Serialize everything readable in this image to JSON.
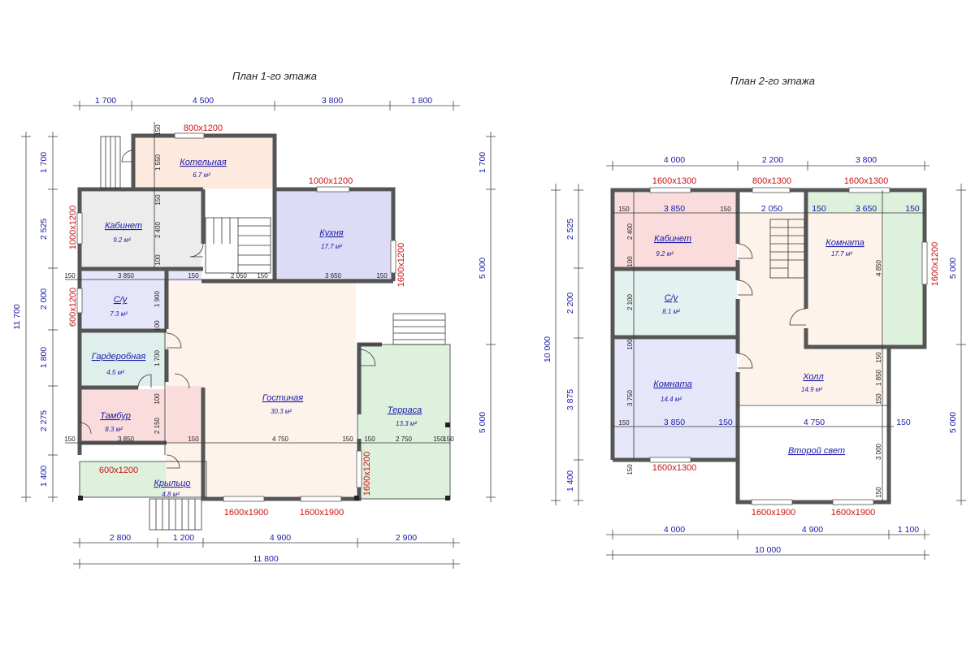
{
  "plan1": {
    "title": "План 1-го этажа",
    "top_dims": [
      "1 700",
      "4 500",
      "3 800",
      "1 800"
    ],
    "left_dims": [
      "1 700",
      "2 525",
      "2 000",
      "1 800",
      "2 275",
      "1 400"
    ],
    "left_total": "11 700",
    "right_dims": [
      "1 700",
      "5 000",
      "5 000"
    ],
    "bottom_dims": [
      "2 800",
      "1 200",
      "4 900",
      "2 900"
    ],
    "bottom_total": "11 800",
    "windows": [
      "800x1200",
      "1000x1200",
      "1000x1200",
      "1600x1200",
      "600x1200",
      "600x1200",
      "1600x1200",
      "1600x1900",
      "1600x1900"
    ],
    "inner_dims": [
      "150",
      "1 550",
      "150",
      "2 400",
      "100",
      "3 850",
      "150",
      "150",
      "2 050",
      "150",
      "3 650",
      "150",
      "1 900",
      "100",
      "1 700",
      "100",
      "2 150",
      "150",
      "3 850",
      "150",
      "4 750",
      "150",
      "2 750",
      "150",
      "150",
      "150"
    ],
    "rooms": [
      {
        "name": "Котельная",
        "area": "6.7 м²"
      },
      {
        "name": "Кабинет",
        "area": "9.2 м²"
      },
      {
        "name": "Кухня",
        "area": "17.7 м²"
      },
      {
        "name": "С/у",
        "area": "7.3 м²"
      },
      {
        "name": "Гардеробная",
        "area": "4.5 м²"
      },
      {
        "name": "Тамбур",
        "area": "8.3 м²"
      },
      {
        "name": "Гостиная",
        "area": "30.3 м²"
      },
      {
        "name": "Терраса",
        "area": "13.3 м²"
      },
      {
        "name": "Крыльцо",
        "area": "4.8 м²"
      }
    ]
  },
  "plan2": {
    "title": "План 2-го этажа",
    "top_dims": [
      "4 000",
      "2 200",
      "3 800"
    ],
    "left_dims": [
      "2 525",
      "2 200",
      "3 875",
      "1 400"
    ],
    "left_total": "10 000",
    "right_dims": [
      "5 000",
      "5 000"
    ],
    "bottom_dims": [
      "4 000",
      "4 900",
      "1 100"
    ],
    "bottom_total": "10 000",
    "windows": [
      "1600x1300",
      "800x1300",
      "1600x1300",
      "1600x1200",
      "1600x1300",
      "1600x1900",
      "1600x1900"
    ],
    "inner_dims": [
      "150",
      "3 850",
      "150",
      "2 050",
      "150",
      "3 650",
      "150",
      "2 400",
      "100",
      "2 100",
      "100",
      "4 850",
      "3 750",
      "150",
      "3 850",
      "150",
      "4 750",
      "150",
      "150",
      "1 850",
      "150",
      "3 000",
      "150",
      "150"
    ],
    "rooms": [
      {
        "name": "Кабинет",
        "area": "9.2 м²"
      },
      {
        "name": "Комната",
        "area": "17.7 м²"
      },
      {
        "name": "С/у",
        "area": "8.1 м²"
      },
      {
        "name": "Холл",
        "area": "14.9 м²"
      },
      {
        "name": "Комната",
        "area": "14.4 м²"
      },
      {
        "name": "Второй свет",
        "area": ""
      }
    ]
  }
}
